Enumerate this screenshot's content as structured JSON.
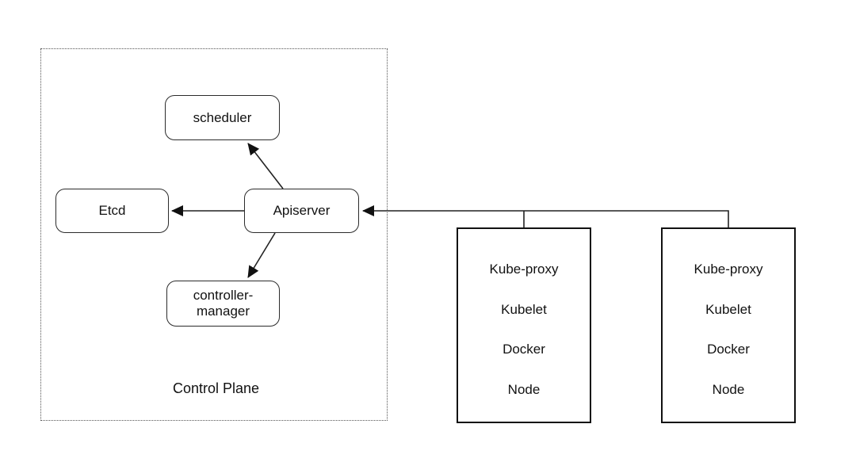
{
  "diagram": {
    "control_plane": {
      "label": "Control Plane",
      "boxes": {
        "scheduler": "scheduler",
        "etcd": "Etcd",
        "apiserver": "Apiserver",
        "controller_manager": "controller-manager"
      }
    },
    "worker_nodes": [
      {
        "components": [
          "Kube-proxy",
          "Kubelet",
          "Docker",
          "Node"
        ]
      },
      {
        "components": [
          "Kube-proxy",
          "Kubelet",
          "Docker",
          "Node"
        ]
      }
    ],
    "edges": [
      "Apiserver -> scheduler",
      "Apiserver -> Etcd",
      "Apiserver -> controller-manager",
      "worker nodes -> Apiserver"
    ],
    "colors": {
      "background": "#ffffff",
      "stroke": "#222222",
      "text": "#111111"
    }
  }
}
